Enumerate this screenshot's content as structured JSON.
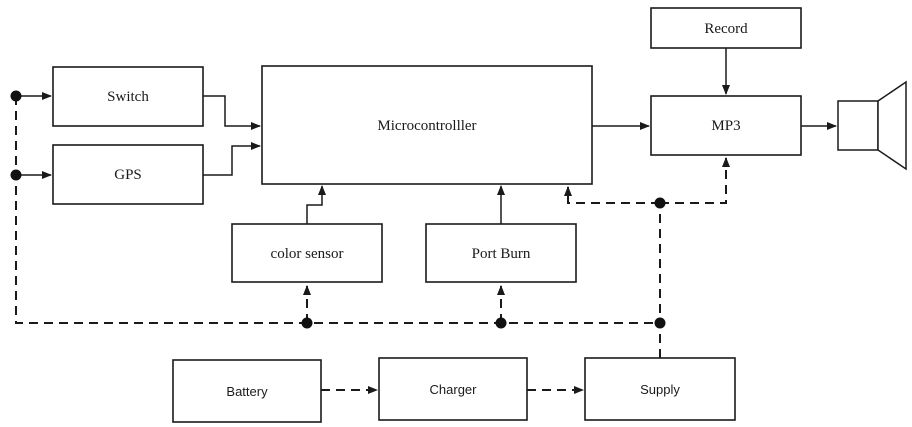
{
  "blocks": {
    "switch": "Switch",
    "gps": "GPS",
    "microcontroller": "Microcontrolller",
    "record": "Record",
    "mp3": "MP3",
    "color_sensor": "color sensor",
    "port_burn": "Port Burn",
    "battery": "Battery",
    "charger": "Charger",
    "supply": "Supply"
  },
  "icons": {
    "speaker": "speaker-icon"
  }
}
